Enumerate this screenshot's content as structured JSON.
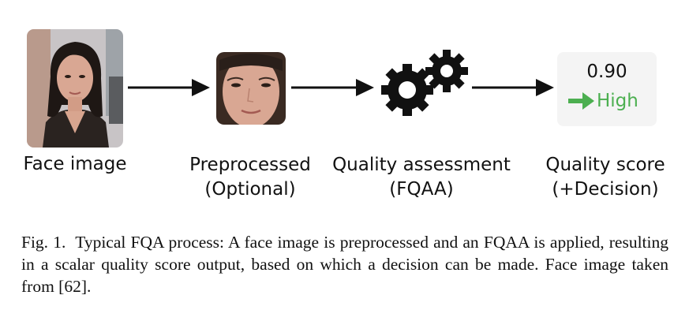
{
  "diagram": {
    "steps": [
      {
        "line1": "Face image",
        "line2": ""
      },
      {
        "line1": "Preprocessed",
        "line2": "(Optional)"
      },
      {
        "line1": "Quality assessment",
        "line2": "(FQAA)"
      },
      {
        "line1": "Quality score",
        "line2": "(+Decision)"
      }
    ],
    "score": {
      "value": "0.90",
      "decision": "High"
    },
    "icons": {
      "face_photo": "face-photo-icon",
      "face_crop": "face-crop-icon",
      "quality": "gears-icon",
      "decision_arrow": "green-arrow-icon"
    },
    "colors": {
      "decision": "#4caf50",
      "score_bg": "#f4f4f4",
      "gear": "#111111"
    }
  },
  "caption": {
    "label": "Fig. 1.",
    "text": "Typical FQA process: A face image is preprocessed and an FQAA is applied, resulting in a scalar quality score output, based on which a decision can be made. Face image taken from [62]."
  }
}
